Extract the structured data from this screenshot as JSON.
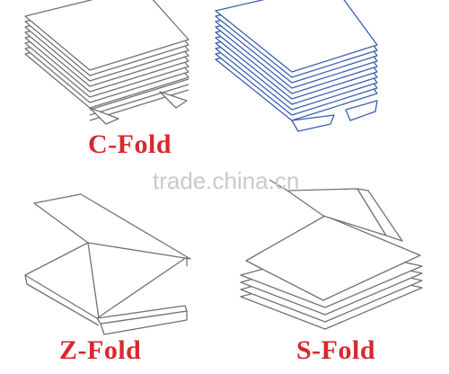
{
  "labels": {
    "c_fold": "C-Fold",
    "z_fold": "Z-Fold",
    "s_fold": "S-Fold"
  },
  "watermark": "trade.china.cn",
  "colors": {
    "label": "#d8282e",
    "stroke_gray": "#6f7378",
    "stroke_blue": "#3a5fb0",
    "watermark": "#c9c9c9"
  }
}
